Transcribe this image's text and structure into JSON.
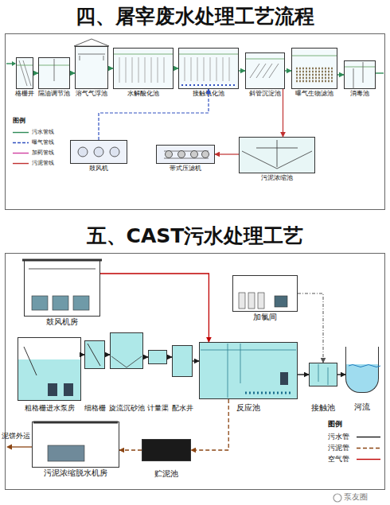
{
  "diagram": {
    "nodes": [
      {
        "text": [
          "四、屠宰废水处理工艺流程"
        ]
      },
      {
        "text": [
          "格栅井"
        ],
        "in": 0
      },
      {
        "text": [
          "隔油调节池"
        ],
        "in": 0
      },
      {
        "text": [
          "溶气气浮池"
        ],
        "in": 0
      },
      {
        "text": [
          "水解酸化池"
        ],
        "in": 0
      },
      {
        "text": [
          "接触氧化池"
        ],
        "in": 0
      },
      {
        "text": [
          "斜管沉淀池"
        ],
        "in": 0
      },
      {
        "text": [
          "曝气生物滤池"
        ],
        "in": 0
      },
      {
        "text": [
          "消毒池"
        ],
        "in": 0
      },
      {
        "text": [
          "鼓风机"
        ],
        "in": 0
      },
      {
        "text": [
          "带式压滤机"
        ],
        "in": 0
      },
      {
        "text": [
          "污泥浓缩池"
        ],
        "in": 0
      },
      {
        "text": [
          "五、CAST污水处理工艺"
        ]
      },
      {
        "text": [
          "鼓风机房"
        ],
        "in": 12
      },
      {
        "text": [
          "加氯间"
        ],
        "in": 12
      },
      {
        "text": [
          "粗格栅进水泵房"
        ],
        "in": 12
      },
      {
        "text": [
          "细格栅"
        ],
        "in": 12
      },
      {
        "text": [
          "旋流沉砂池"
        ],
        "in": 12
      },
      {
        "text": [
          "计量渠"
        ],
        "in": 12
      },
      {
        "text": [
          "配水井"
        ],
        "in": 12
      },
      {
        "text": [
          "反应池"
        ],
        "in": 12
      },
      {
        "text": [
          "接触池"
        ],
        "in": 12
      },
      {
        "text": [
          "河流"
        ],
        "in": 12
      },
      {
        "text": [
          "污泥浓缩脱水机房"
        ],
        "in": 12
      },
      {
        "text": [
          "贮泥池"
        ],
        "in": 12
      }
    ],
    "edges": [
      {
        "from": 1,
        "to": 2,
        "arrow": "to"
      },
      {
        "from": 2,
        "to": 3,
        "arrow": "to"
      },
      {
        "from": 3,
        "to": 4,
        "arrow": "to"
      },
      {
        "from": 4,
        "to": 5,
        "arrow": "to"
      },
      {
        "from": 5,
        "to": 6,
        "arrow": "to"
      },
      {
        "from": 6,
        "to": 7,
        "arrow": "to"
      },
      {
        "from": 7,
        "to": 8,
        "arrow": "to"
      },
      {
        "from": 9,
        "to": 5,
        "arrow": "to"
      },
      {
        "from": 6,
        "to": 11,
        "arrow": "to"
      },
      {
        "from": 11,
        "to": 10,
        "arrow": "to"
      },
      {
        "from": 15,
        "to": 16,
        "arrow": "to"
      },
      {
        "from": 16,
        "to": 17,
        "arrow": "to"
      },
      {
        "from": 17,
        "to": 18,
        "arrow": "to"
      },
      {
        "from": 18,
        "to": 19,
        "arrow": "to"
      },
      {
        "from": 19,
        "to": 20,
        "arrow": "to"
      },
      {
        "from": 20,
        "to": 21,
        "arrow": "to"
      },
      {
        "from": 21,
        "to": 22,
        "arrow": "to"
      },
      {
        "from": 13,
        "to": 20,
        "arrow": "to"
      },
      {
        "from": 14,
        "to": 21,
        "arrow": "to"
      },
      {
        "from": 20,
        "to": 24,
        "arrow": "to"
      },
      {
        "from": 24,
        "to": 23,
        "arrow": "to"
      }
    ],
    "labels": [
      "图例",
      "泥饼外运",
      "图例",
      "泵友圈"
    ],
    "legend": [
      {
        "text": "污水管线"
      },
      {
        "text": "曝气管线"
      },
      {
        "text": "加药管线"
      },
      {
        "text": "污泥管线"
      },
      {
        "text": "污水管"
      },
      {
        "text": "污泥管"
      },
      {
        "text": "空气管"
      }
    ]
  }
}
